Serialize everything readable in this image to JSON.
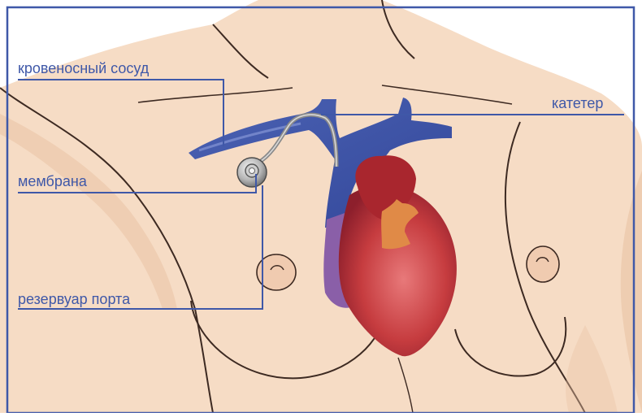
{
  "colors": {
    "skin": "#f6dcc5",
    "skin_shadow": "#eac3a4",
    "outline": "#3d2a22",
    "vein": "#4a5fae",
    "vein_light": "#7384c8",
    "heart_red": "#c0363a",
    "heart_dark": "#8d1f2c",
    "heart_purple": "#8a5fa8",
    "aorta": "#e08a47",
    "port": "#9a9a9a",
    "label_line": "#3f58a8",
    "label_text": "#3f58a8"
  },
  "labels": {
    "vessel": "кровеносный сосуд",
    "catheter": "катетер",
    "membrane": "мембрана",
    "reservoir": "резервуар порта"
  }
}
